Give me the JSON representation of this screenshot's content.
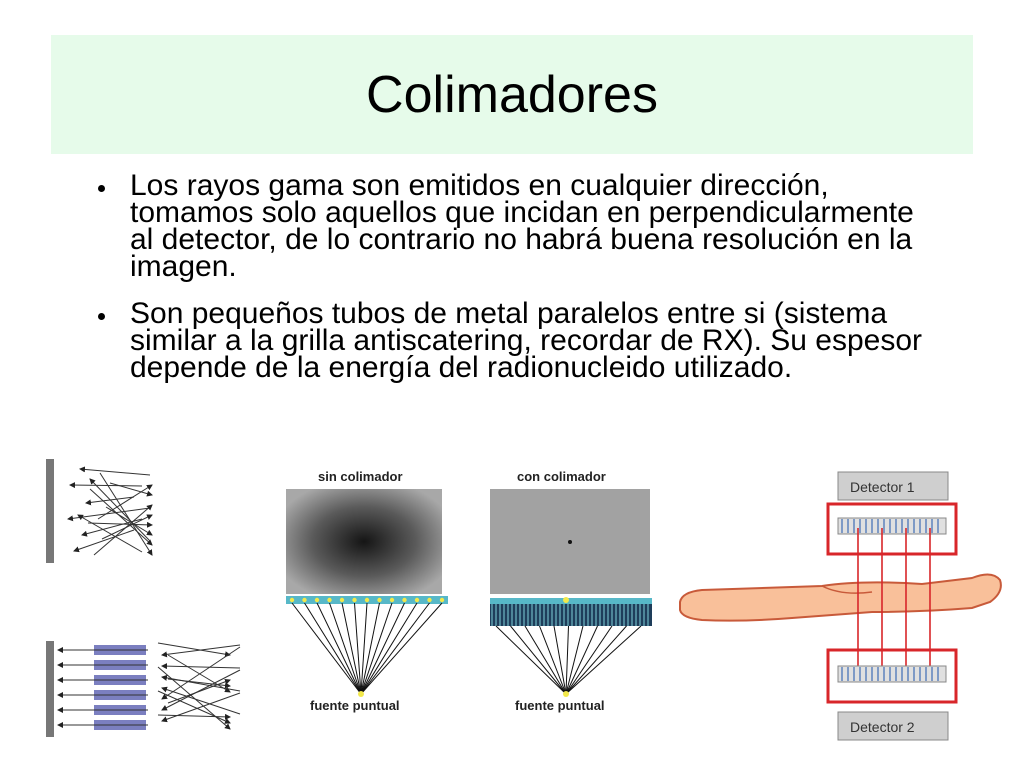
{
  "slide": {
    "title": "Colimadores",
    "bullets": [
      "Los rayos gama son emitidos en cualquier dirección, tomamos solo aquellos que incidan en perpendicularmente al detector, de lo contrario no habrá buena resolución en la imagen.",
      "Son pequeños tubos de metal paralelos entre si (sistema similar a la grilla antiscatering, recordar de RX). Su espesor depende de la energía del radionucleido utilizado."
    ]
  },
  "figures": {
    "left_label": "sin colimador",
    "right_label": "con colimador",
    "source_label": "fuente puntual",
    "detector_1": "Detector 1",
    "detector_2": "Detector 2"
  }
}
